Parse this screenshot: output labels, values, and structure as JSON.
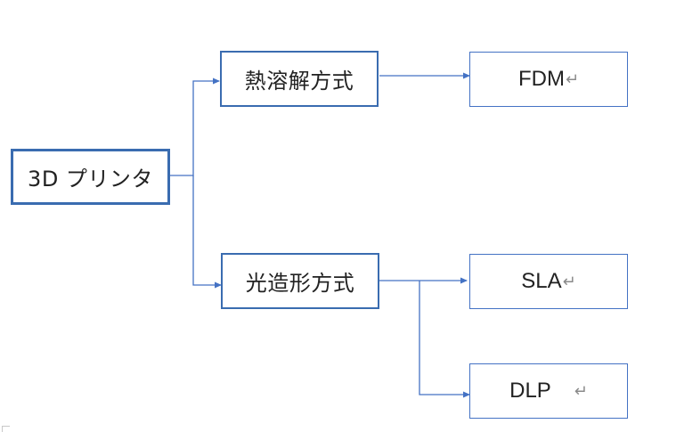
{
  "diagram": {
    "root": {
      "label": "3D プリンタ"
    },
    "method_heat": {
      "label": "熱溶解方式"
    },
    "method_light": {
      "label": "光造形方式"
    },
    "leaf_fdm": {
      "label": "FDM",
      "mark": "↵"
    },
    "leaf_sla": {
      "label": "SLA",
      "mark": "↵"
    },
    "leaf_dlp": {
      "label": "DLP",
      "mark": "↵"
    }
  },
  "colors": {
    "line": "#4472C4",
    "border": "#3A6CB0"
  }
}
